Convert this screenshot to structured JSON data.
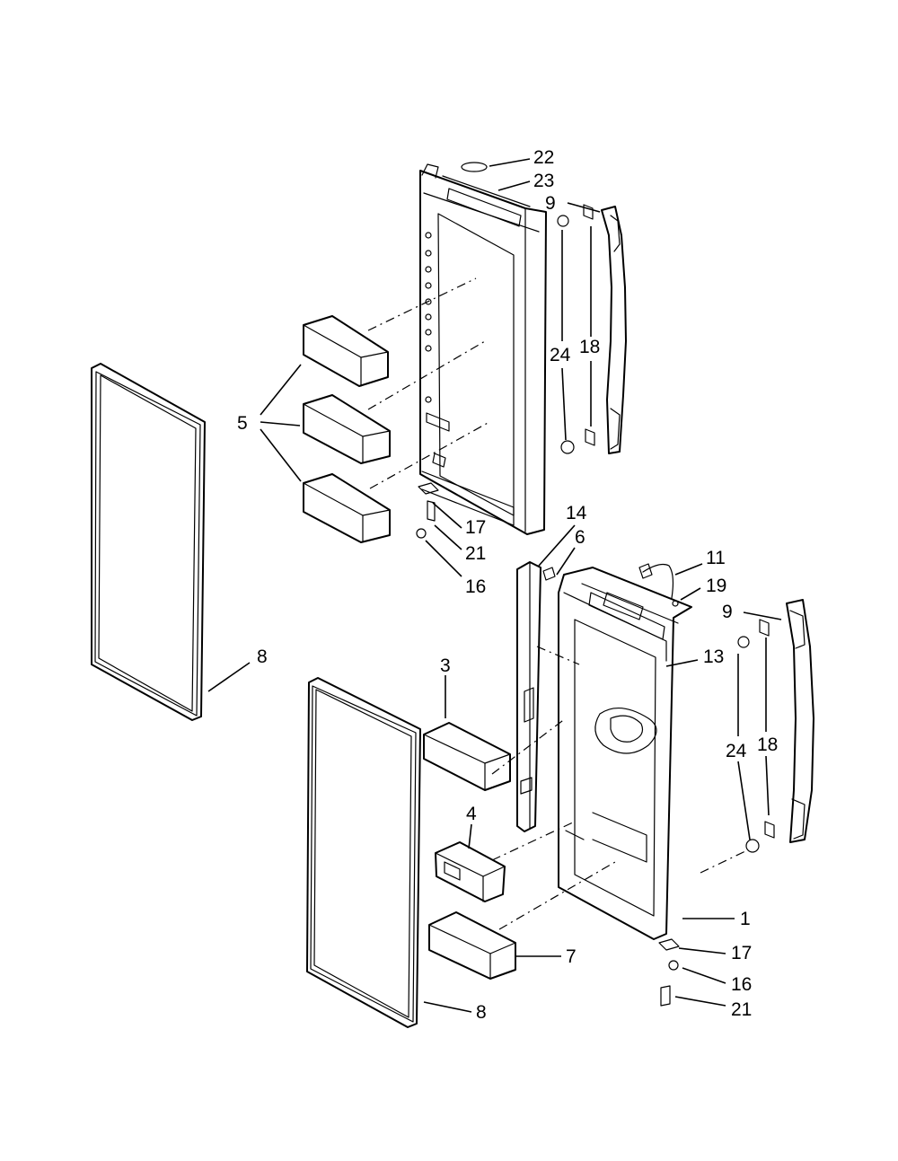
{
  "callouts": {
    "c22": "22",
    "c23": "23",
    "c9_top": "9",
    "c24_top": "24",
    "c18_top": "18",
    "c5": "5",
    "c17_top": "17",
    "c21_top": "21",
    "c16_top": "16",
    "c14": "14",
    "c6": "6",
    "c11": "11",
    "c19": "19",
    "c9_bottom": "9",
    "c13": "13",
    "c8_left": "8",
    "c3": "3",
    "c24_bottom": "24",
    "c18_bottom": "18",
    "c4": "4",
    "c1": "1",
    "c7": "7",
    "c17_bottom": "17",
    "c16_bottom": "16",
    "c21_bottom": "21",
    "c8_bottom": "8"
  }
}
